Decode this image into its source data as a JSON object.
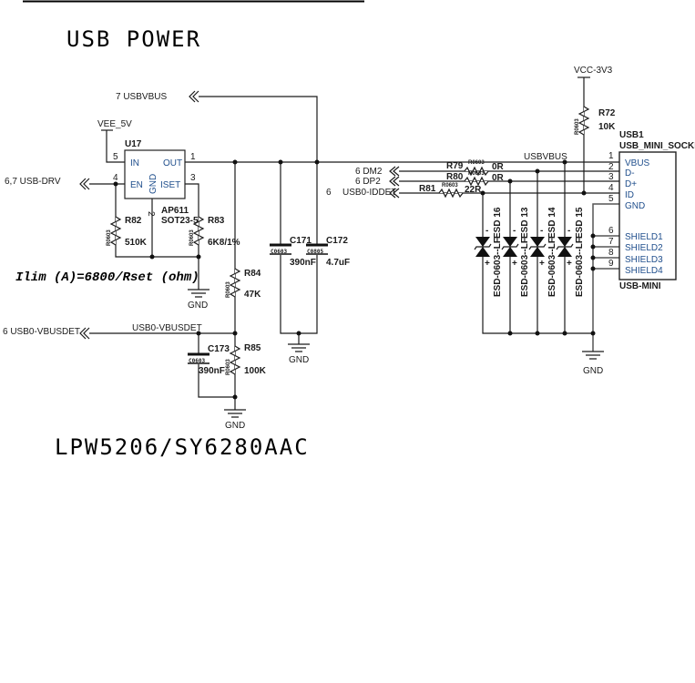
{
  "title": "USB POWER",
  "subtitle": "LPW5206/SY6280AAC",
  "formula": "Ilim (A)=6800/Rset (ohm)",
  "nets": {
    "usbvbus_port": "7  USBVBUS",
    "vee": "VEE_5V",
    "usb_drv": "6,7  USB-DRV",
    "usb0_vbusdet_port": "6  USB0-VBUSDET",
    "usb0_vbusdet": "USB0-VBUSDET",
    "dm2": "6  DM2",
    "dp2": "6  DP2",
    "iddet_sheet": "6",
    "iddet": "USB0-IDDET",
    "usbvbus": "USBVBUS",
    "vcc": "VCC-3V3",
    "gnd": "GND"
  },
  "u17": {
    "ref": "U17",
    "part": "AP611",
    "package": "SOT23-5",
    "pins": {
      "in": "IN",
      "out": "OUT",
      "en": "EN",
      "iset": "ISET",
      "gnd": "GND"
    },
    "pin_numbers": {
      "in": "5",
      "out": "1",
      "en": "4",
      "iset": "3",
      "gnd": "2"
    }
  },
  "resistors": {
    "r82": {
      "ref": "R82",
      "value": "510K",
      "fp": "R0603"
    },
    "r83": {
      "ref": "R83",
      "value": "6K8/1%",
      "fp": "R0603"
    },
    "r84": {
      "ref": "R84",
      "value": "47K",
      "fp": "R0603"
    },
    "r85": {
      "ref": "R85",
      "value": "100K",
      "fp": "R0603"
    },
    "r79": {
      "ref": "R79",
      "value": "0R",
      "fp": "R0603"
    },
    "r80": {
      "ref": "R80",
      "value": "0R",
      "fp": "R0603"
    },
    "r81": {
      "ref": "R81",
      "value": "22R",
      "fp": "R0603"
    },
    "r72": {
      "ref": "R72",
      "value": "10K",
      "fp": "R0603"
    }
  },
  "capacitors": {
    "c171": {
      "ref": "C171",
      "value": "390nF",
      "fp": "C0603"
    },
    "c172": {
      "ref": "C172",
      "value": "4.7uF",
      "fp": "C0805"
    },
    "c173": {
      "ref": "C173",
      "value": "390nF",
      "fp": "C0603"
    }
  },
  "esd": [
    {
      "ref": "ESD 16",
      "part": "ESD-0603--LF"
    },
    {
      "ref": "ESD 13",
      "part": "ESD-0603--LF"
    },
    {
      "ref": "ESD 14",
      "part": "ESD-0603--LF"
    },
    {
      "ref": "ESD 15",
      "part": "ESD-0603--LF"
    }
  ],
  "usb1": {
    "ref": "USB1",
    "part": "USB_MINI_SOCKET",
    "footprint": "USB-MINI",
    "pins": [
      {
        "num": "1",
        "name": "VBUS"
      },
      {
        "num": "2",
        "name": "D-"
      },
      {
        "num": "3",
        "name": "D+"
      },
      {
        "num": "4",
        "name": "ID"
      },
      {
        "num": "5",
        "name": "GND"
      },
      {
        "num": "6",
        "name": "SHIELD1"
      },
      {
        "num": "7",
        "name": "SHIELD2"
      },
      {
        "num": "8",
        "name": "SHIELD3"
      },
      {
        "num": "9",
        "name": "SHIELD4"
      }
    ]
  }
}
